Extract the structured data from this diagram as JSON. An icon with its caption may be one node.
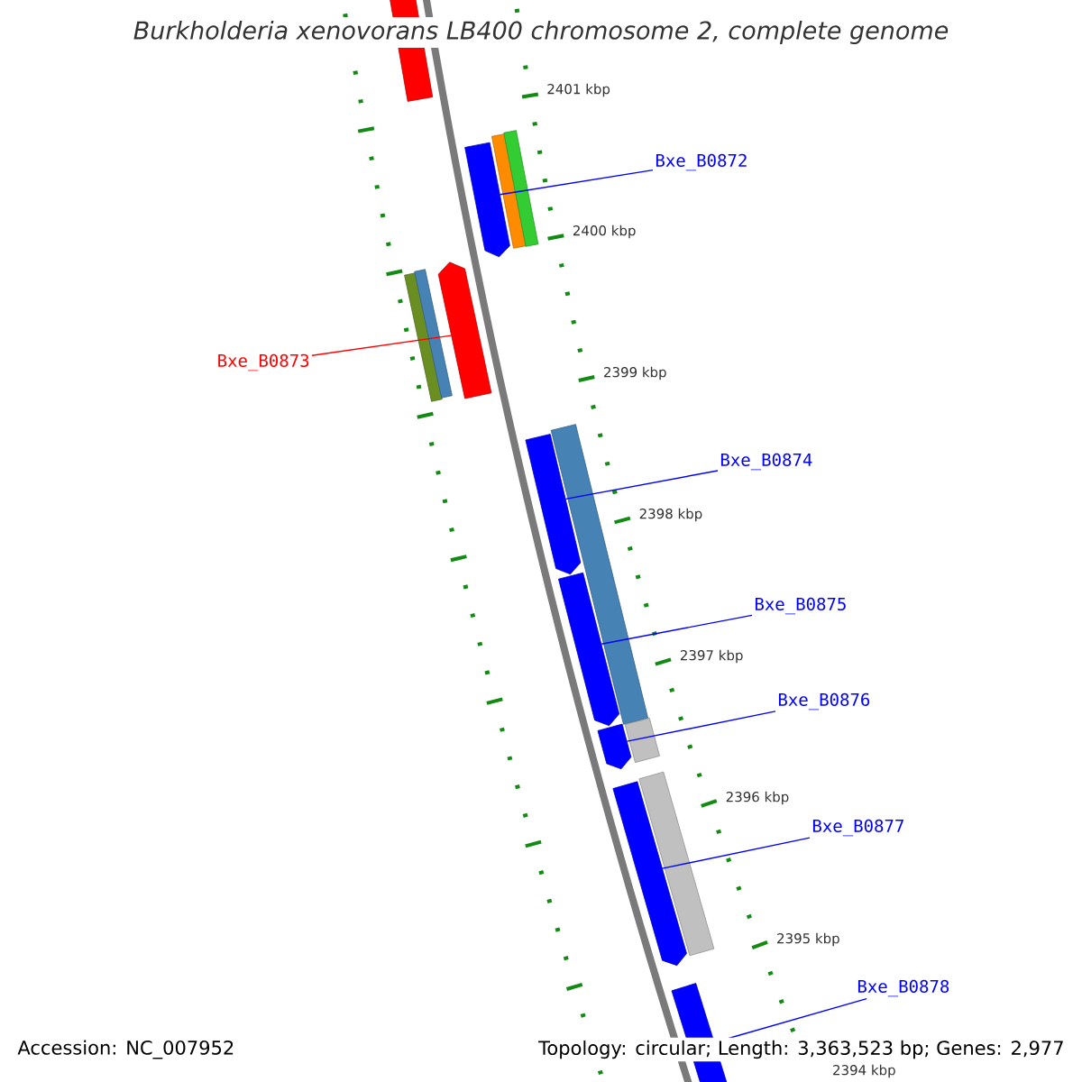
{
  "diagram": {
    "title": "Burkholderia xenovorans LB400 chromosome 2, complete genome",
    "nodes": [
      {
        "text": [],
        "shape": "bar"
      },
      {
        "text": [
          "Bxe_B0872"
        ]
      },
      {
        "text": [],
        "shape": "bar"
      },
      {
        "text": [],
        "shape": "bar"
      },
      {
        "text": [],
        "shape": "bar"
      },
      {
        "text": [
          "Bxe_B0873"
        ]
      },
      {
        "text": [],
        "shape": "bar"
      },
      {
        "text": [],
        "shape": "bar"
      },
      {
        "text": [],
        "shape": "bar"
      },
      {
        "text": [
          "Bxe_B0874"
        ]
      },
      {
        "text": [],
        "shape": "bar"
      },
      {
        "text": [],
        "shape": "bar"
      },
      {
        "text": [
          "Bxe_B0875"
        ]
      },
      {
        "text": [],
        "shape": "bar"
      },
      {
        "text": [
          "Bxe_B0876"
        ]
      },
      {
        "text": [],
        "shape": "bar"
      },
      {
        "text": [],
        "shape": "bar"
      },
      {
        "text": [
          "Bxe_B0877"
        ]
      },
      {
        "text": [],
        "shape": "bar"
      },
      {
        "text": [],
        "shape": "bar"
      },
      {
        "text": [
          "Bxe_B0878"
        ]
      },
      {
        "text": [],
        "shape": "bar"
      }
    ],
    "edges": [
      {
        "from": 1,
        "to": 2,
        "arrow": "none"
      },
      {
        "from": 5,
        "to": 6,
        "arrow": "none",
        "color": "#ff0000"
      },
      {
        "from": 9,
        "to": 10,
        "arrow": "none"
      },
      {
        "from": 12,
        "to": 13,
        "arrow": "none"
      },
      {
        "from": 14,
        "to": 15,
        "arrow": "none"
      },
      {
        "from": 17,
        "to": 18,
        "arrow": "none"
      },
      {
        "from": 20,
        "to": 21,
        "arrow": "none"
      }
    ],
    "labels": [
      "2401 kbp",
      "2400 kbp",
      "2399 kbp",
      "2398 kbp",
      "2397 kbp",
      "2396 kbp",
      "2395 kbp",
      "2394 kbp",
      "Accession: NC_007952",
      "Topology: circular; Length: 3,363,523 bp; Genes: 2,977"
    ]
  }
}
